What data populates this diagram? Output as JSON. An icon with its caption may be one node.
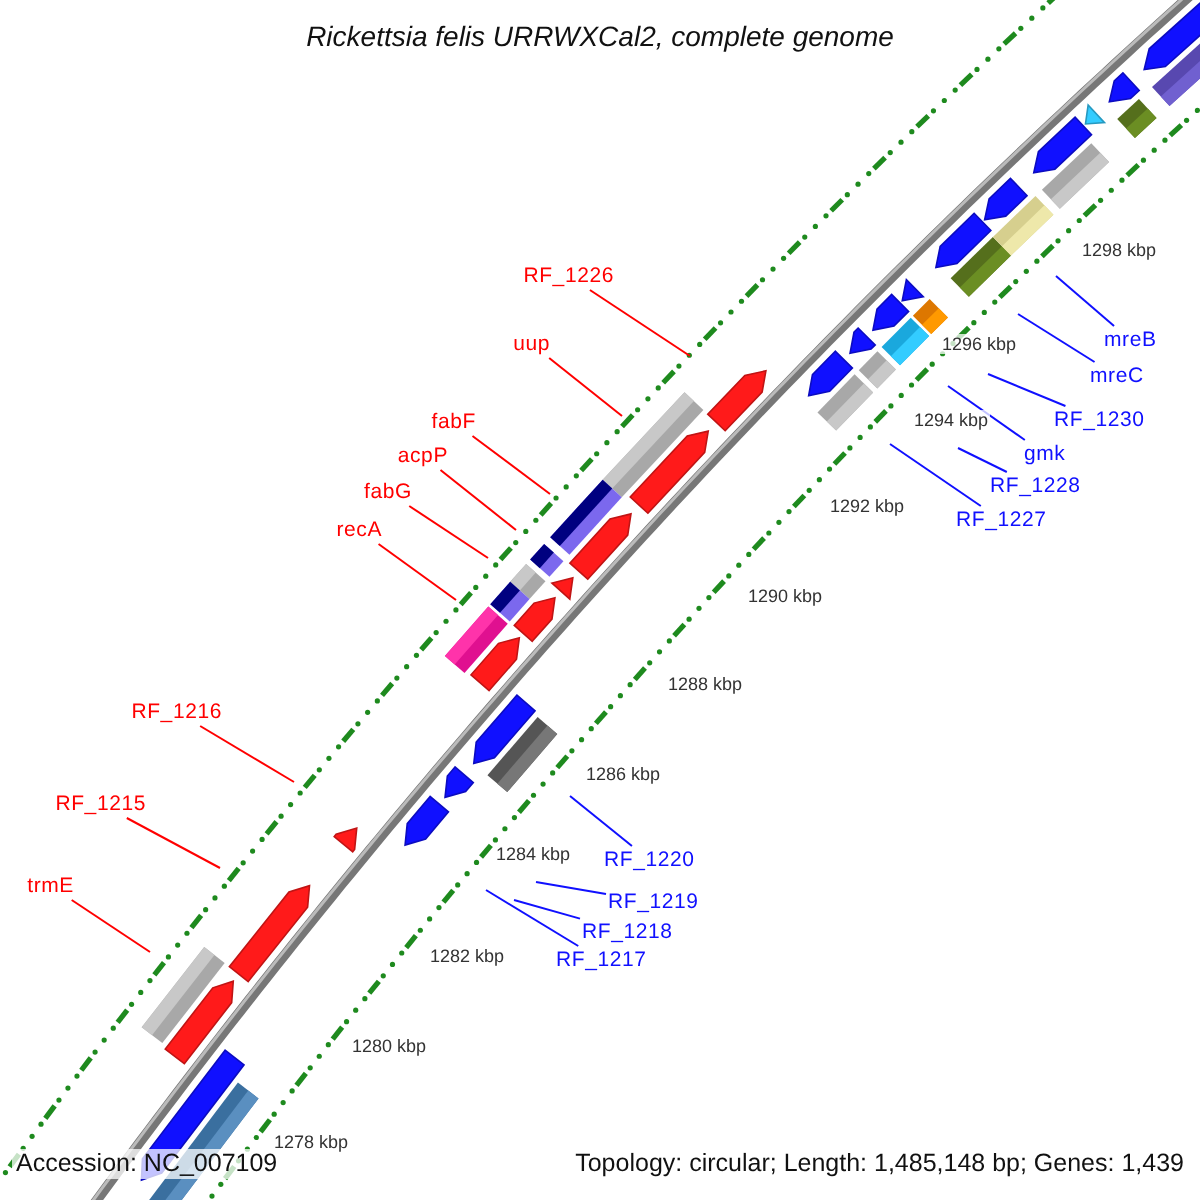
{
  "diagram": {
    "title": "Rickettsia felis URRWXCal2, complete genome",
    "nodes": [
      {
        "text": [
          "RF_1226"
        ]
      },
      {
        "text": [
          "mreB"
        ]
      },
      {
        "text": [
          "uup"
        ]
      },
      {
        "text": [
          "mreC"
        ]
      },
      {
        "text": [
          "RF_1230"
        ]
      },
      {
        "text": [
          "fabF"
        ]
      },
      {
        "text": [
          "gmk"
        ]
      },
      {
        "text": [
          "acpP"
        ]
      },
      {
        "text": [
          "RF_1228"
        ]
      },
      {
        "text": [
          "fabG"
        ]
      },
      {
        "text": [
          "RF_1227"
        ]
      },
      {
        "text": [
          "recA"
        ]
      },
      {
        "text": [
          "RF_1216"
        ]
      },
      {
        "text": [
          "RF_1215"
        ]
      },
      {
        "text": [
          "RF_1220"
        ]
      },
      {
        "text": [
          "trmE"
        ]
      },
      {
        "text": [
          "RF_1219"
        ]
      },
      {
        "text": [
          "RF_1218"
        ]
      },
      {
        "text": [
          "RF_1217"
        ]
      }
    ],
    "edges": [
      {
        "from": 0,
        "to": null,
        "arrow": "none",
        "color": "#ff0000"
      },
      {
        "from": 1,
        "to": null,
        "arrow": "none"
      },
      {
        "from": 2,
        "to": null,
        "arrow": "none",
        "color": "#ff0000"
      },
      {
        "from": 3,
        "to": null,
        "arrow": "none"
      },
      {
        "from": 4,
        "to": null,
        "arrow": "none"
      },
      {
        "from": 5,
        "to": null,
        "arrow": "none",
        "color": "#ff0000"
      },
      {
        "from": 6,
        "to": null,
        "arrow": "none"
      },
      {
        "from": 7,
        "to": null,
        "arrow": "none",
        "color": "#ff0000"
      },
      {
        "from": 8,
        "to": null,
        "arrow": "none"
      },
      {
        "from": 9,
        "to": null,
        "arrow": "none",
        "color": "#ff0000"
      },
      {
        "from": 10,
        "to": null,
        "arrow": "none"
      },
      {
        "from": 11,
        "to": null,
        "arrow": "none",
        "color": "#ff0000"
      },
      {
        "from": 12,
        "to": null,
        "arrow": "none",
        "color": "#ff0000"
      },
      {
        "from": 13,
        "to": null,
        "arrow": "none",
        "color": "#ff0000"
      },
      {
        "from": 14,
        "to": null,
        "arrow": "none"
      },
      {
        "from": 15,
        "to": null,
        "arrow": "none",
        "color": "#ff0000"
      },
      {
        "from": 16,
        "to": null,
        "arrow": "none"
      },
      {
        "from": 17,
        "to": null,
        "arrow": "none"
      },
      {
        "from": 18,
        "to": null,
        "arrow": "none"
      }
    ],
    "labels": [
      "1298 kbp",
      "1296 kbp",
      "1294 kbp",
      "1292 kbp",
      "1290 kbp",
      "1288 kbp",
      "1286 kbp",
      "1284 kbp",
      "1282 kbp",
      "1280 kbp",
      "1278 kbp",
      "Accession: NC_007109",
      "Topology: circular; Length: 1,485,148 bp; Genes: 1,439"
    ]
  }
}
